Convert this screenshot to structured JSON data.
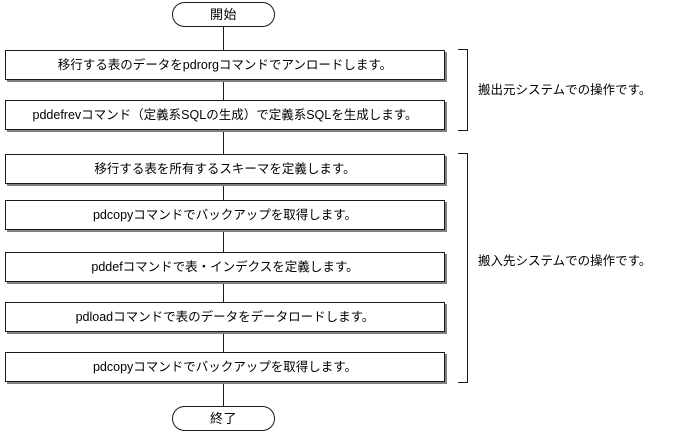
{
  "diagram": {
    "type": "flowchart",
    "orientation": "vertical",
    "background_color": "#ffffff",
    "line_color": "#1a1a1a",
    "shadow_color": "#808080",
    "start_terminal": {
      "label": "開始",
      "shape": "stadium"
    },
    "end_terminal": {
      "label": "終了",
      "shape": "stadium"
    },
    "steps": [
      {
        "index": 1,
        "label": "移行する表のデータをpdrorgコマンドでアンロードします。",
        "group": "source"
      },
      {
        "index": 2,
        "label": "pddefrevコマンド（定義系SQLの生成）で定義系SQLを生成します。",
        "group": "source"
      },
      {
        "index": 3,
        "label": "移行する表を所有するスキーマを定義します。",
        "group": "target"
      },
      {
        "index": 4,
        "label": "pdcopyコマンドでバックアップを取得します。",
        "group": "target"
      },
      {
        "index": 5,
        "label": "pddefコマンドで表・インデクスを定義します。",
        "group": "target"
      },
      {
        "index": 6,
        "label": "pdloadコマンドで表のデータをデータロードします。",
        "group": "target"
      },
      {
        "index": 7,
        "label": "pdcopyコマンドでバックアップを取得します。",
        "group": "target"
      }
    ],
    "groups": [
      {
        "id": "source",
        "label": "搬出元システムでの操作です。",
        "covers_steps": [
          1,
          2
        ]
      },
      {
        "id": "target",
        "label": "搬入先システムでの操作です。",
        "covers_steps": [
          3,
          4,
          5,
          6,
          7
        ]
      }
    ]
  }
}
